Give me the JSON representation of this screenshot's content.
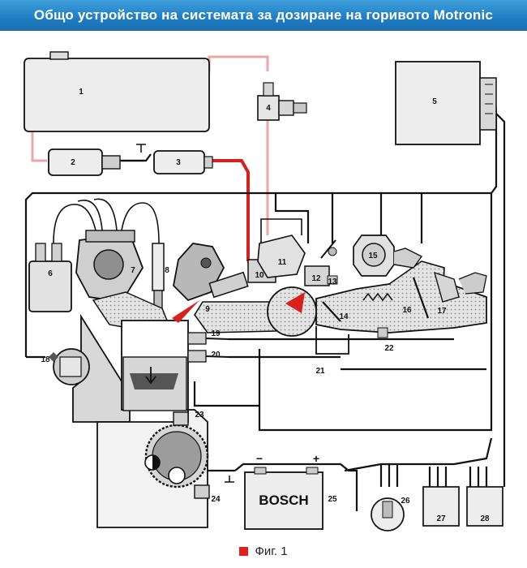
{
  "title": "Общо устройство на системата за дозиране на горивото Motronic",
  "caption": "Фиг. 1",
  "colors": {
    "title_bar": "#1f7cc2",
    "fuel_pressure_line": "#d8201c",
    "fuel_return_line": "#e9a7a5",
    "wiring": "#111111",
    "component_fill": "#ededed"
  },
  "battery": {
    "brand": "BOSCH",
    "minus_sign": "−",
    "plus_sign": "+"
  },
  "component_numbers": [
    "1",
    "2",
    "3",
    "4",
    "5",
    "6",
    "7",
    "8",
    "9",
    "10",
    "11",
    "12",
    "13",
    "14",
    "15",
    "16",
    "17",
    "18",
    "19",
    "20",
    "21",
    "22",
    "23",
    "24",
    "25",
    "26",
    "27",
    "28"
  ]
}
